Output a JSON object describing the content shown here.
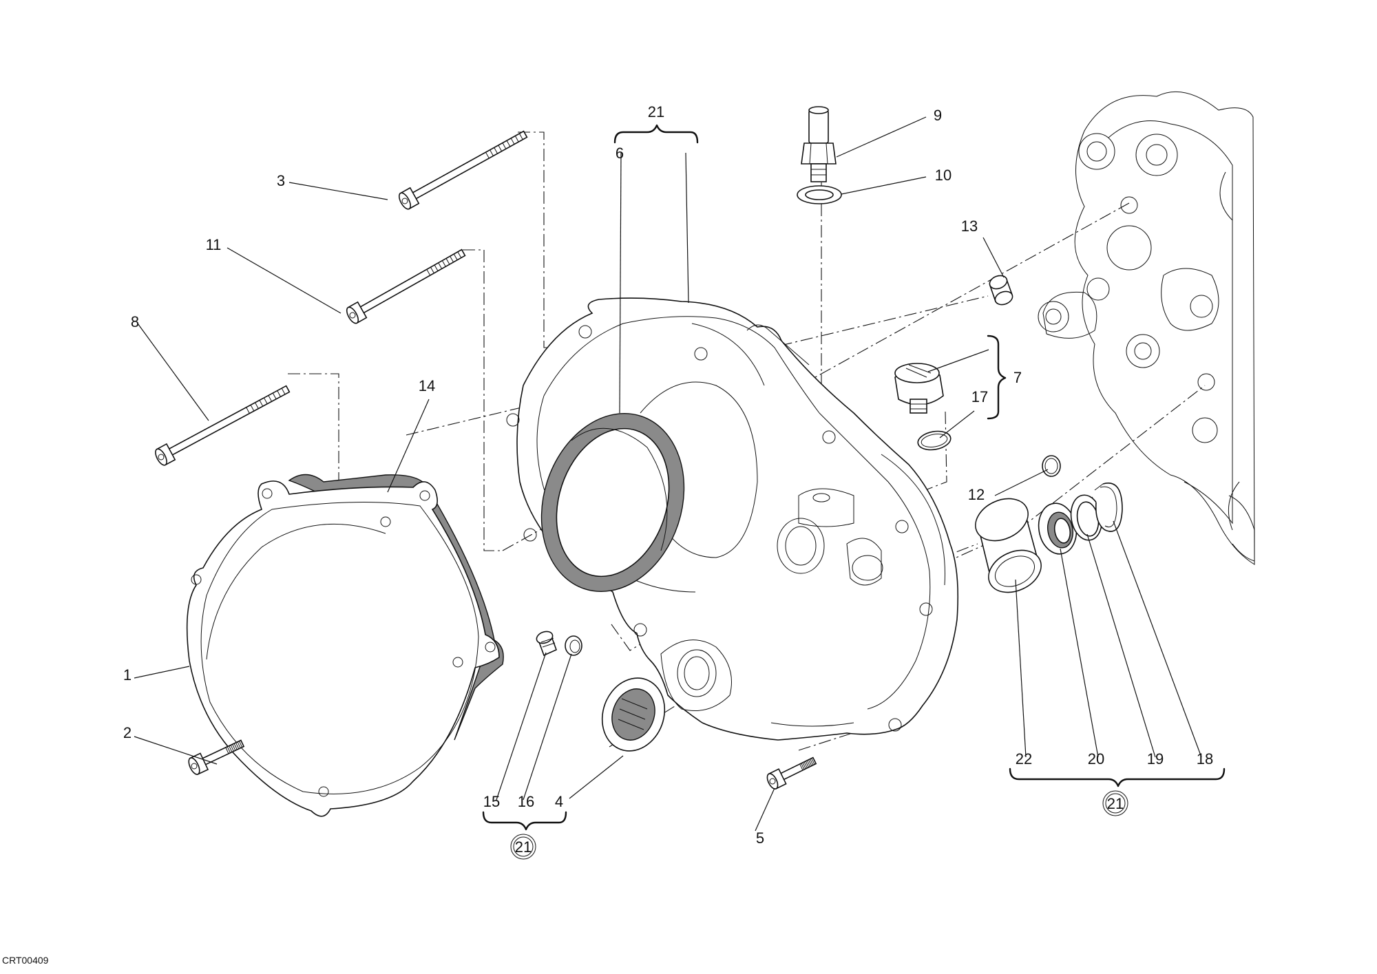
{
  "diagram": {
    "code": "CRT00409",
    "parts": [
      {
        "id": "1",
        "label": "1"
      },
      {
        "id": "2",
        "label": "2"
      },
      {
        "id": "3",
        "label": "3"
      },
      {
        "id": "4",
        "label": "4"
      },
      {
        "id": "5",
        "label": "5"
      },
      {
        "id": "6",
        "label": "6"
      },
      {
        "id": "7",
        "label": "7"
      },
      {
        "id": "8",
        "label": "8"
      },
      {
        "id": "9",
        "label": "9"
      },
      {
        "id": "10",
        "label": "10"
      },
      {
        "id": "11",
        "label": "11"
      },
      {
        "id": "12",
        "label": "12"
      },
      {
        "id": "13",
        "label": "13"
      },
      {
        "id": "14",
        "label": "14"
      },
      {
        "id": "15",
        "label": "15"
      },
      {
        "id": "16",
        "label": "16"
      },
      {
        "id": "17",
        "label": "17"
      },
      {
        "id": "18",
        "label": "18"
      },
      {
        "id": "19",
        "label": "19"
      },
      {
        "id": "20",
        "label": "20"
      },
      {
        "id": "21",
        "label": "21"
      },
      {
        "id": "22",
        "label": "22"
      }
    ],
    "kit_badges": [
      {
        "id": "kit-21-a",
        "label": "21"
      },
      {
        "id": "kit-21-b",
        "label": "21"
      }
    ]
  }
}
